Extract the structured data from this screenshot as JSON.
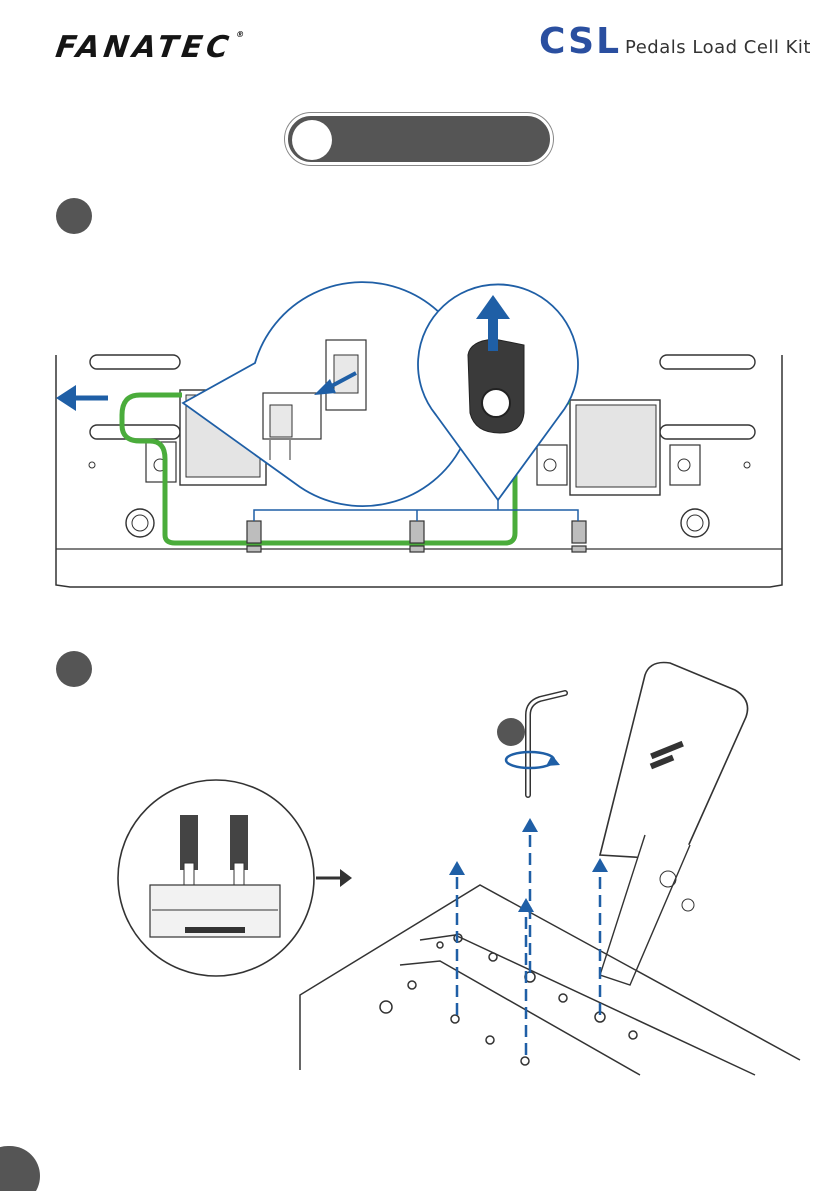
{
  "header": {
    "brand": "FANATEC",
    "brand_mark": "®",
    "product_series": "CSL",
    "product_name": "Pedals Load Cell Kit"
  },
  "colors": {
    "accent_blue": "#1f5fa6",
    "cable_green": "#4aac3b",
    "marker_gray": "#555555",
    "brand_blue": "#2a4fa0"
  },
  "icons": {
    "arrow": "arrow-icon",
    "rotate": "rotate-icon",
    "allen_key": "allen-key-icon"
  }
}
